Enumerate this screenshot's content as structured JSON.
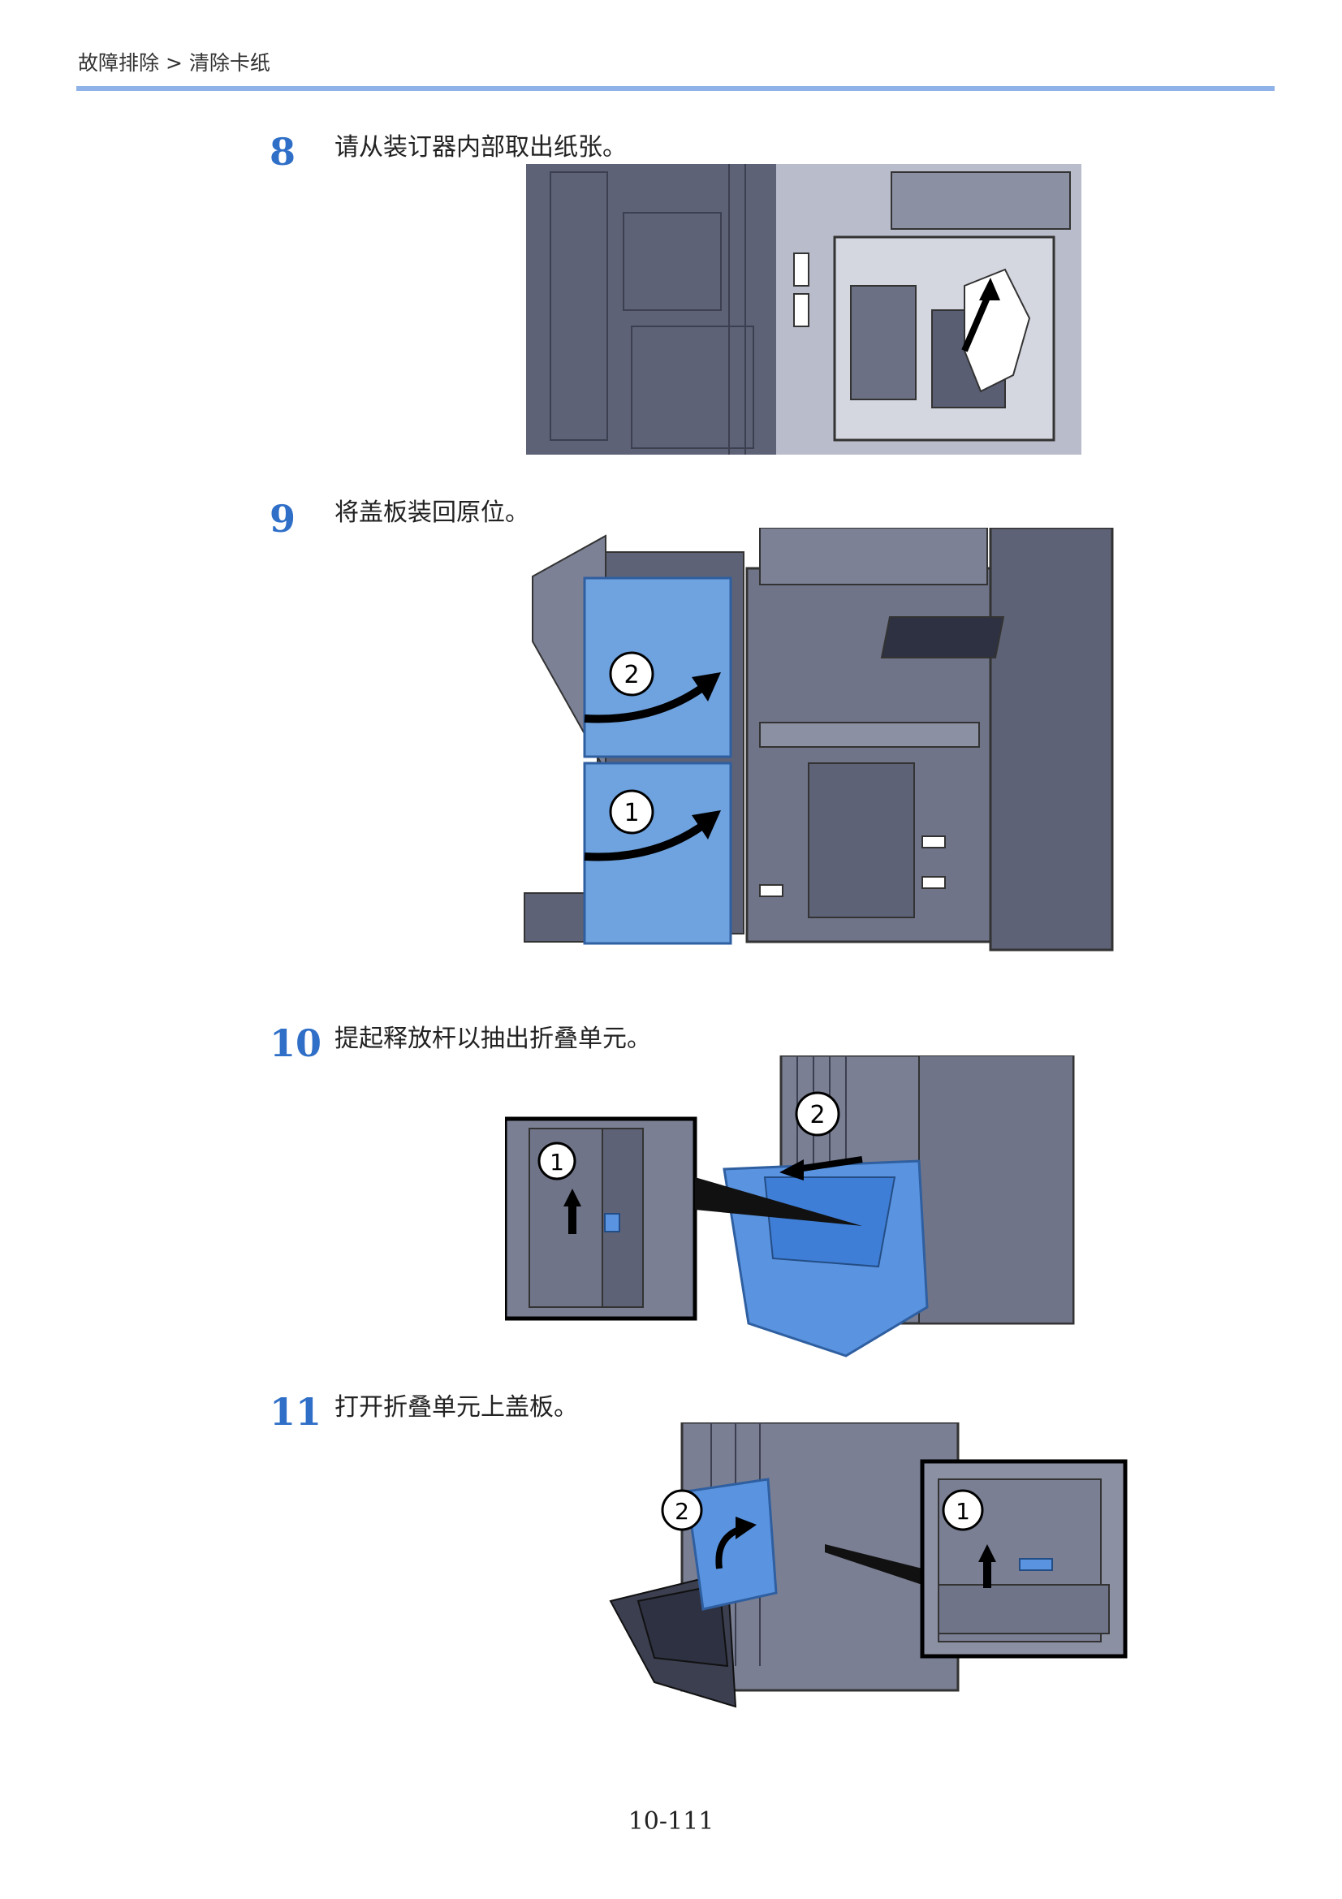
{
  "header": {
    "breadcrumb": "故障排除 > 清除卡纸"
  },
  "steps": [
    {
      "number": "8",
      "text": "请从装订器内部取出纸张。"
    },
    {
      "number": "9",
      "text": "将盖板装回原位。"
    },
    {
      "number": "10",
      "text": "提起释放杆以抽出折叠单元。"
    },
    {
      "number": "11",
      "text": "打开折叠单元上盖板。"
    }
  ],
  "figure_labels": {
    "one": "1",
    "two": "2"
  },
  "footer": {
    "page_number": "10-111"
  },
  "colors": {
    "accent": "#2f6fc7",
    "rule": "#8fb2e8",
    "machine": "#6f7489",
    "machine_dark": "#4e5368",
    "highlight_blue": "#6fa3e0"
  }
}
